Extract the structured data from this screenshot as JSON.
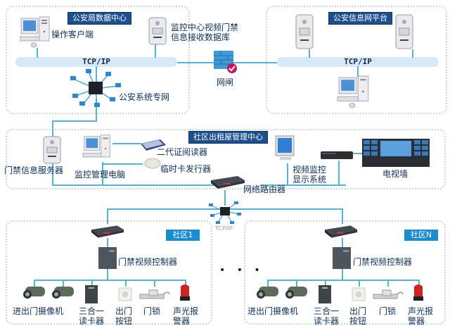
{
  "zones": {
    "police_data_center": {
      "title": "公安局数据中心",
      "bus_label": "TCP/IP",
      "client_label": "操作客户端",
      "db_label_line1": "监控中心视频门禁",
      "db_label_line2": "信息接收数据库",
      "network_label": "公安系统专网"
    },
    "gateway": {
      "label": "网闸"
    },
    "police_info_platform": {
      "title": "公安信息网平台",
      "bus_label": "TCP/IP"
    },
    "rental_center": {
      "title": "社区出租屋管理中心",
      "access_server_label": "门禁信息服务器",
      "monitor_pc_label": "监控管理电脑",
      "id_reader_label": "二代证阅读器",
      "card_issuer_label": "临时卡发行器",
      "video_display_line1": "视频监控",
      "video_display_line2": "显示系统",
      "tv_wall_label": "电视墙",
      "router_label": "网络路由器"
    },
    "hub_label": "TCP/IP",
    "ellipsis": "• • •",
    "communities": [
      {
        "title": "社区1",
        "controller_label": "门禁视频控制器",
        "devices": [
          {
            "label": "进出门摄像机",
            "icon": "camera-icon"
          },
          {
            "label_line1": "三合一",
            "label_line2": "读卡器",
            "icon": "card-reader-icon"
          },
          {
            "label_line1": "出门",
            "label_line2": "按钮",
            "icon": "exit-button-icon"
          },
          {
            "label": "门锁",
            "icon": "door-lock-icon"
          },
          {
            "label_line1": "声光报",
            "label_line2": "警器",
            "icon": "alarm-icon"
          }
        ]
      },
      {
        "title": "社区N",
        "controller_label": "门禁视频控制器",
        "devices": [
          {
            "label": "进出门摄像机",
            "icon": "camera-icon"
          },
          {
            "label_line1": "三合一",
            "label_line2": "读卡器",
            "icon": "card-reader-icon"
          },
          {
            "label_line1": "出门",
            "label_line2": "按钮",
            "icon": "exit-button-icon"
          },
          {
            "label": "门锁",
            "icon": "door-lock-icon"
          },
          {
            "label_line1": "声光报",
            "label_line2": "警器",
            "icon": "alarm-icon"
          }
        ]
      }
    ]
  },
  "colors": {
    "line": "#55b3d6",
    "tag_dark": "#1c4f8f",
    "tag_light": "#1b8ccd",
    "bus": "#d6e9f7"
  }
}
